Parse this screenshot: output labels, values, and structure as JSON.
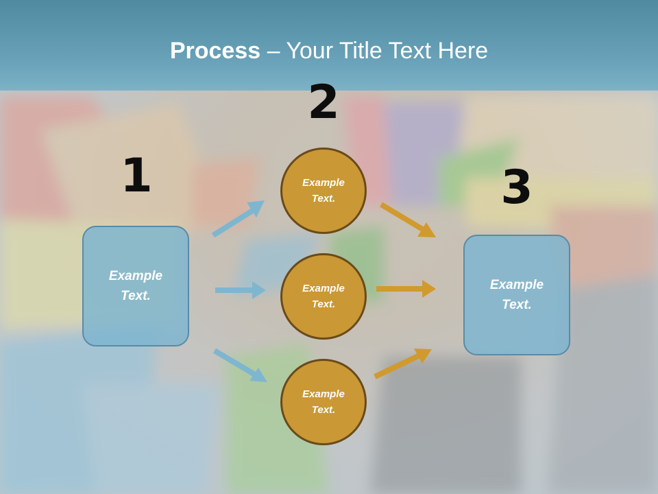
{
  "slide": {
    "title_bold": "Process",
    "title_rest": " – Your Title Text Here",
    "steps": [
      {
        "number": "1",
        "text": "Example\nText."
      },
      {
        "number": "2",
        "text": "Example\nText."
      },
      {
        "number": "3",
        "text": "Example\nText."
      }
    ],
    "middle_items": [
      {
        "text": "Example\nText."
      },
      {
        "text": "Example\nText."
      },
      {
        "text": "Example\nText."
      }
    ]
  },
  "colors": {
    "title_band": "#5f9bb2",
    "box_fill": "#7cb5cf",
    "circle_fill": "#ca9835",
    "arrow_blue": "#7fb6cf",
    "arrow_gold": "#d09a2e"
  }
}
